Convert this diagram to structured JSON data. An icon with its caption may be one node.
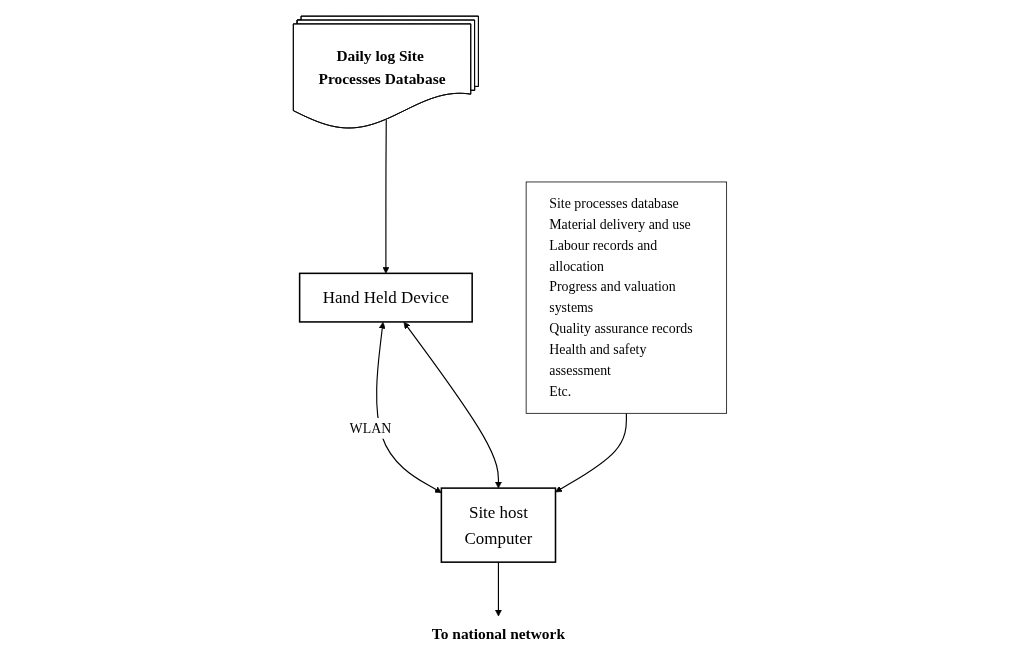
{
  "diagram": {
    "nodes": [
      {
        "text": [
          "Hand Held Device"
        ]
      },
      {
        "text": [
          "Daily log Site Processes Database"
        ]
      },
      {
        "text": [
          "Site host",
          "Computer"
        ]
      },
      {
        "text": [
          "Site processes database",
          "Material delivery and use",
          "Labour records and allocation",
          "Progress and valuation systems",
          "Quality assurance records",
          "Health and safety assessment",
          "Etc."
        ]
      },
      {
        "text": [
          "To national network"
        ]
      }
    ],
    "edges": [
      {
        "from": 1,
        "to": 0,
        "arrow": "to"
      },
      {
        "from": 0,
        "to": 2,
        "arrow": "both",
        "label": "WLAN"
      },
      {
        "from": 0,
        "to": 2,
        "arrow": "both"
      },
      {
        "from": 3,
        "to": 2,
        "arrow": "to"
      },
      {
        "from": 2,
        "to": 4,
        "arrow": "to"
      }
    ]
  }
}
